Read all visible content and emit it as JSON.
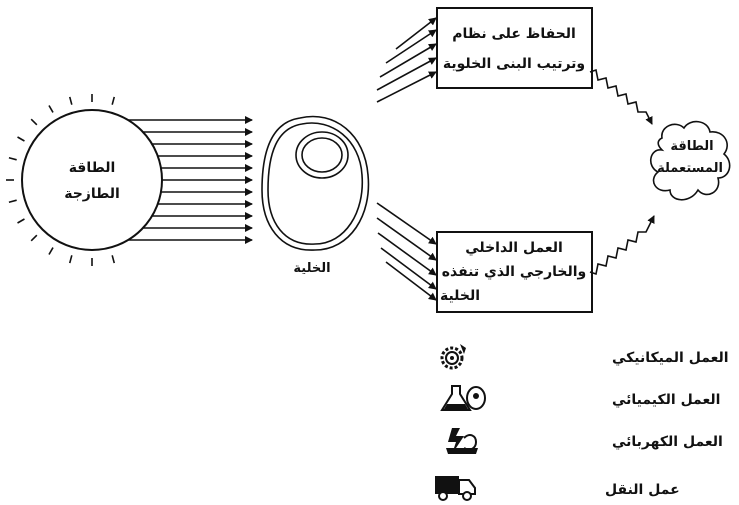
{
  "fresh_energy": {
    "line1": "الطاقة",
    "line2": "الطازجة"
  },
  "cell": {
    "label": "الخلية"
  },
  "box_top": {
    "line1": "الحفاظ على نظام",
    "line2": "وترتيب البنى الخلوية"
  },
  "box_bottom": {
    "line1": "العمل الداخلي",
    "line2": "والخارجي الذي تنفذه",
    "line3": "الخلية"
  },
  "used_energy": {
    "line1": "الطاقة",
    "line2": "المستعملة"
  },
  "legend": {
    "mechanical": {
      "label": "العمل الميكانيكي",
      "icon": "gear-icon"
    },
    "chemical": {
      "label": "العمل الكيميائي",
      "icon": "flask-icon"
    },
    "electrical": {
      "label": "العمل الكهربائي",
      "icon": "lightning-icon"
    },
    "transport": {
      "label": "عمل النقل",
      "icon": "truck-icon"
    }
  },
  "colors": {
    "ink": "#111111",
    "background": "#ffffff"
  }
}
